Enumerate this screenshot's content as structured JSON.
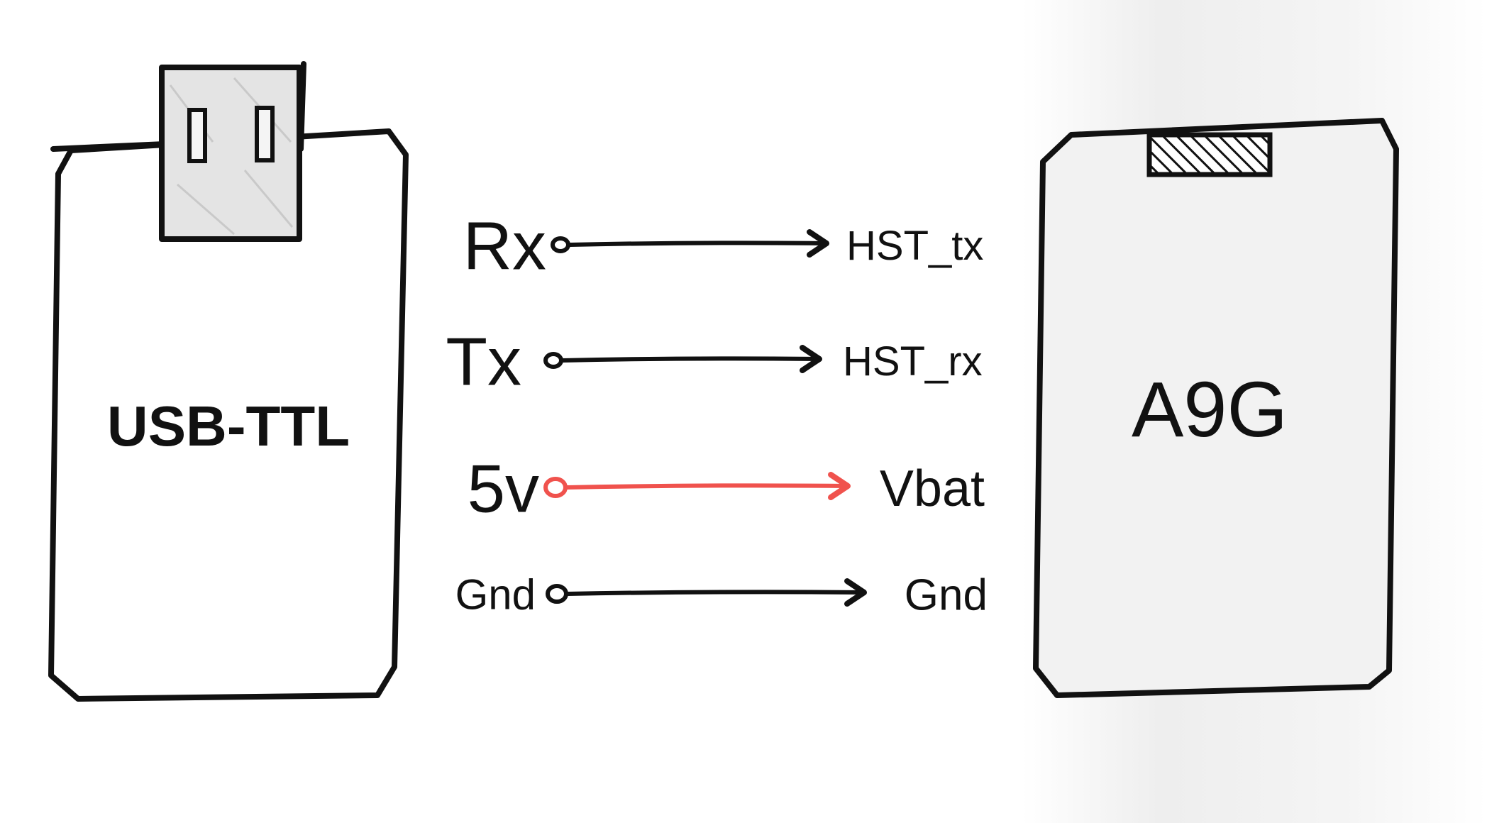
{
  "devices": {
    "left": {
      "name": "USB-TTL"
    },
    "right": {
      "name": "A9G"
    }
  },
  "connections": [
    {
      "from": "Rx",
      "to": "HST_tx",
      "color": "#111111"
    },
    {
      "from": "Tx",
      "to": "HST_rx",
      "color": "#111111"
    },
    {
      "from": "5v",
      "to": "Vbat",
      "color": "#f0524d"
    },
    {
      "from": "Gnd",
      "to": "Gnd",
      "color": "#111111"
    }
  ],
  "colors": {
    "ink": "#111111",
    "power": "#f0524d",
    "usb_plug_fill": "#e4e4e4",
    "a9g_body_fill": "#f2f2f2"
  },
  "icons": {
    "usb_plug": "usb-plug-icon",
    "antenna_connector": "hatched-connector-icon"
  }
}
